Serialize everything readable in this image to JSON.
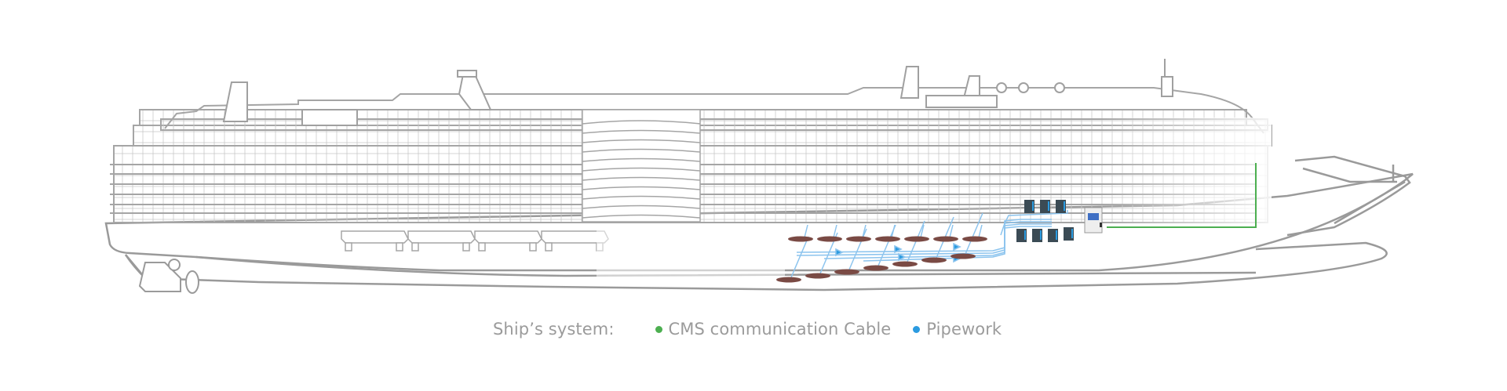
{
  "diagram": {
    "subject": "Cruise ship side profile showing ship's systems",
    "colors": {
      "outline": "#9a9a9a",
      "cable": "#4caf50",
      "pipework": "#2b9be0",
      "pipe_light": "#8cc4ee",
      "tank": "#7a4a44",
      "cabinet": "#3b4b55",
      "panel_screen": "#3f6fc4"
    },
    "components": {
      "tanks_upper_row": 7,
      "tanks_lower_row": 7,
      "cabinets_upper_row": 3,
      "cabinets_lower_row": 4,
      "control_panel": 1,
      "lifeboats": 4
    }
  },
  "legend": {
    "title": "Ship’s system:",
    "items": [
      {
        "label": "CMS communication Cable",
        "color": "#4caf50",
        "icon": "green-dot"
      },
      {
        "label": "Pipework",
        "color": "#2b9be0",
        "icon": "blue-dot"
      }
    ]
  }
}
